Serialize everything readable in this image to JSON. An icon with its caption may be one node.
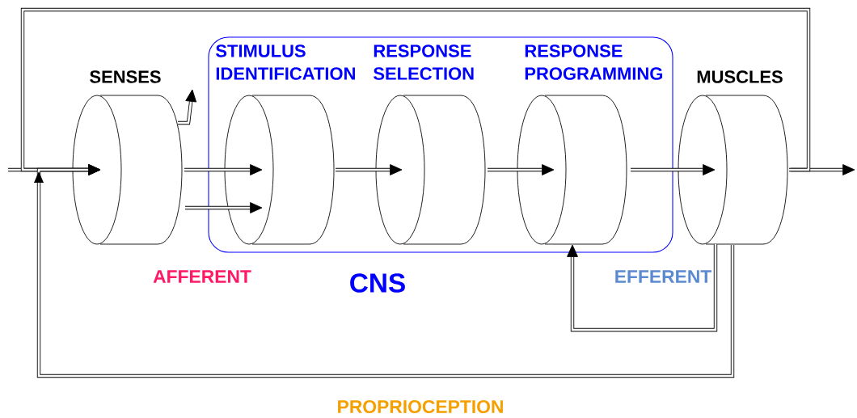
{
  "diagram": {
    "nodes": [
      {
        "text": [
          "SENSES"
        ]
      },
      {
        "text": [
          "CNS"
        ]
      },
      {
        "text": [
          "STIMULUS IDENTIFICATION"
        ],
        "in": 1
      },
      {
        "text": [
          "RESPONSE SELECTION"
        ],
        "in": 1
      },
      {
        "text": [
          "RESPONSE PROGRAMMING"
        ],
        "in": 1
      },
      {
        "text": [
          "MUSCLES"
        ]
      }
    ],
    "edges": [
      {
        "from": null,
        "to": 0,
        "arrow": "to"
      },
      {
        "from": 0,
        "to": 2,
        "arrow": "to"
      },
      {
        "from": 0,
        "to": 2,
        "arrow": "to"
      },
      {
        "from": 0,
        "to": null,
        "arrow": "to"
      },
      {
        "from": 2,
        "to": 3,
        "arrow": "to"
      },
      {
        "from": 3,
        "to": 4,
        "arrow": "to"
      },
      {
        "from": 4,
        "to": 5,
        "arrow": "to"
      },
      {
        "from": 5,
        "to": null,
        "arrow": "to"
      },
      {
        "from": 5,
        "to": 0,
        "arrow": "to"
      },
      {
        "from": 5,
        "to": 4,
        "arrow": "to"
      },
      {
        "from": 5,
        "to": 0,
        "arrow": "to"
      }
    ],
    "labels": [
      "AFFERENT",
      "EFFERENT",
      "PROPRIOCEPTION"
    ]
  }
}
